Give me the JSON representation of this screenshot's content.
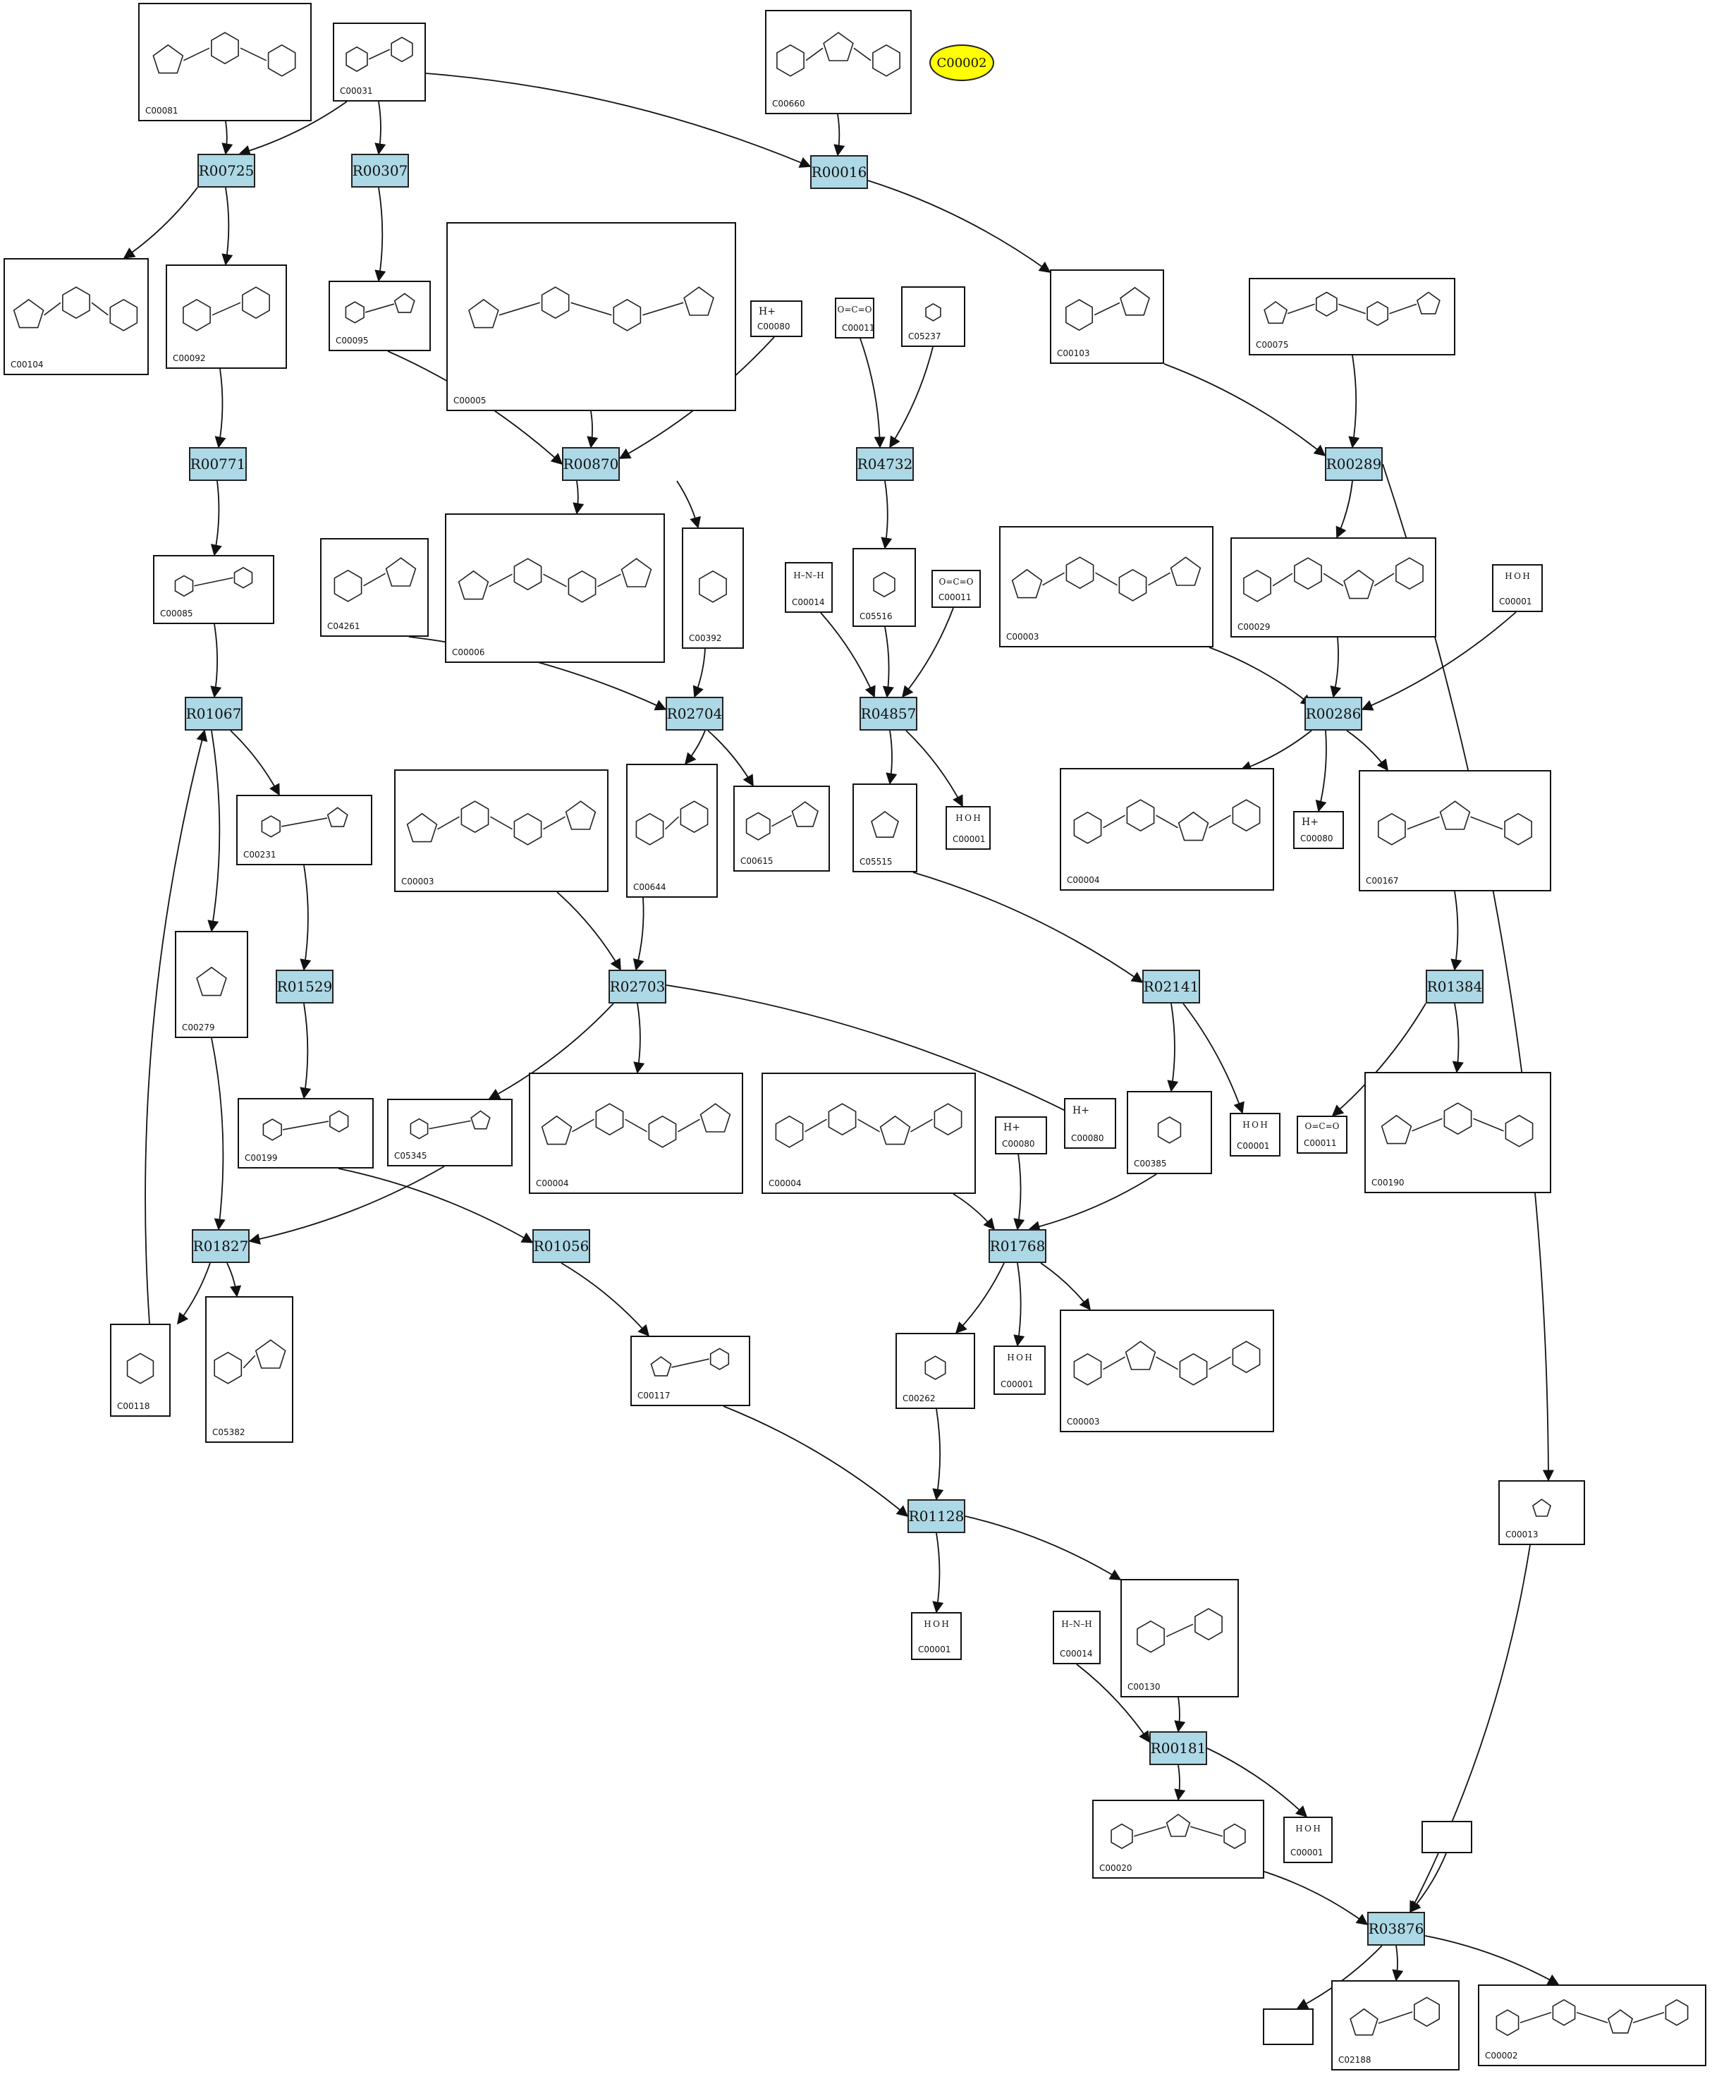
{
  "highlight": {
    "label": "C00002",
    "color": "#ffff00"
  },
  "colors": {
    "reaction_fill": "#add8e6",
    "edge": "#111111",
    "box_border": "#111111"
  },
  "reactions": {
    "R00725": "R00725",
    "R00307": "R00307",
    "R00016": "R00016",
    "R00771": "R00771",
    "R00870": "R00870",
    "R04732": "R04732",
    "R00289": "R00289",
    "R01067": "R01067",
    "R02704": "R02704",
    "R04857": "R04857",
    "R00286": "R00286",
    "R01529": "R01529",
    "R02703": "R02703",
    "R02141": "R02141",
    "R01384": "R01384",
    "R01827": "R01827",
    "R01056": "R01056",
    "R01768": "R01768",
    "R01128": "R01128",
    "R00181": "R00181",
    "R03876": "R03876"
  },
  "compounds": {
    "C00081": "C00081",
    "C00031": "C00031",
    "C00660": "C00660",
    "C00104": "C00104",
    "C00092": "C00092",
    "C00095": "C00095",
    "C00005": "C00005",
    "C00080": "C00080",
    "C00011": "C00011",
    "C05237": "C05237",
    "C00103": "C00103",
    "C00075": "C00075",
    "C00085": "C00085",
    "C04261": "C04261",
    "C00006": "C00006",
    "C00392": "C00392",
    "C00014": "C00014",
    "C05516": "C05516",
    "C00003": "C00003",
    "C00029": "C00029",
    "C00001": "C00001",
    "C00231": "C00231",
    "C00644": "C00644",
    "C00615": "C00615",
    "C05515": "C05515",
    "C00004": "C00004",
    "C00167": "C00167",
    "C00279": "C00279",
    "C00199": "C00199",
    "C05345": "C05345",
    "C00385": "C00385",
    "C00190": "C00190",
    "C00118": "C00118",
    "C05382": "C05382",
    "C00117": "C00117",
    "C00262": "C00262",
    "C00130": "C00130",
    "C00013": "C00013",
    "C00020": "C00020",
    "C02188": "C02188",
    "C00002": "C00002"
  },
  "formulas": {
    "proton": "H+",
    "water": "H O H",
    "co2": "O=C=O",
    "ammonia": "H–N–H"
  }
}
